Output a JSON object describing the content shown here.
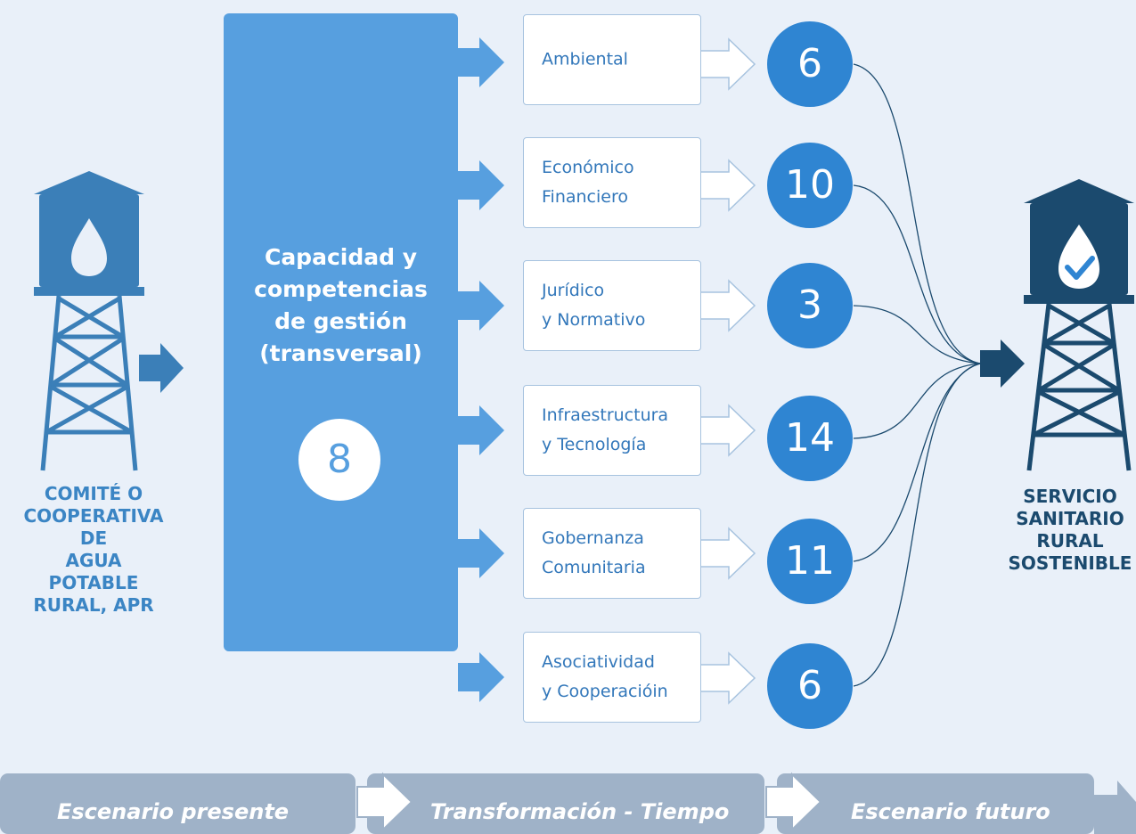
{
  "colors": {
    "background": "#e9f0f9",
    "central_box": "#579fdf",
    "number_circle": "#2f85d2",
    "left_tower": "#3b7fb8",
    "right_tower": "#1b4a6e",
    "bottom_bar": "#9fb2c8",
    "dimension_text": "#3277ba"
  },
  "left_caption": {
    "lines": [
      "COMITÉ O",
      "COOPERATIVA DE",
      "AGUA POTABLE",
      "RURAL, APR"
    ]
  },
  "right_caption": {
    "lines": [
      "SERVICIO",
      "SANITARIO",
      "RURAL",
      "SOSTENIBLE"
    ]
  },
  "central": {
    "title": "Capacidad y\ncompetencias\nde gestión\n(transversal)",
    "number": "8"
  },
  "dimensions": [
    {
      "label": "Ambiental",
      "number": "6"
    },
    {
      "label": "Económico\nFinanciero",
      "number": "10"
    },
    {
      "label": "Jurídico\ny Normativo",
      "number": "3"
    },
    {
      "label": "Infraestructura\ny Tecnología",
      "number": "14"
    },
    {
      "label": "Gobernanza\nComunitaria",
      "number": "11"
    },
    {
      "label": "Asociatividad\ny Cooperacióin",
      "number": "6"
    }
  ],
  "timeline": [
    "Escenario presente",
    "Transformación - Tiempo",
    "Escenario futuro"
  ],
  "icons": {
    "left_tower": "water-tower-drop-icon",
    "right_tower": "water-tower-drop-check-icon"
  }
}
